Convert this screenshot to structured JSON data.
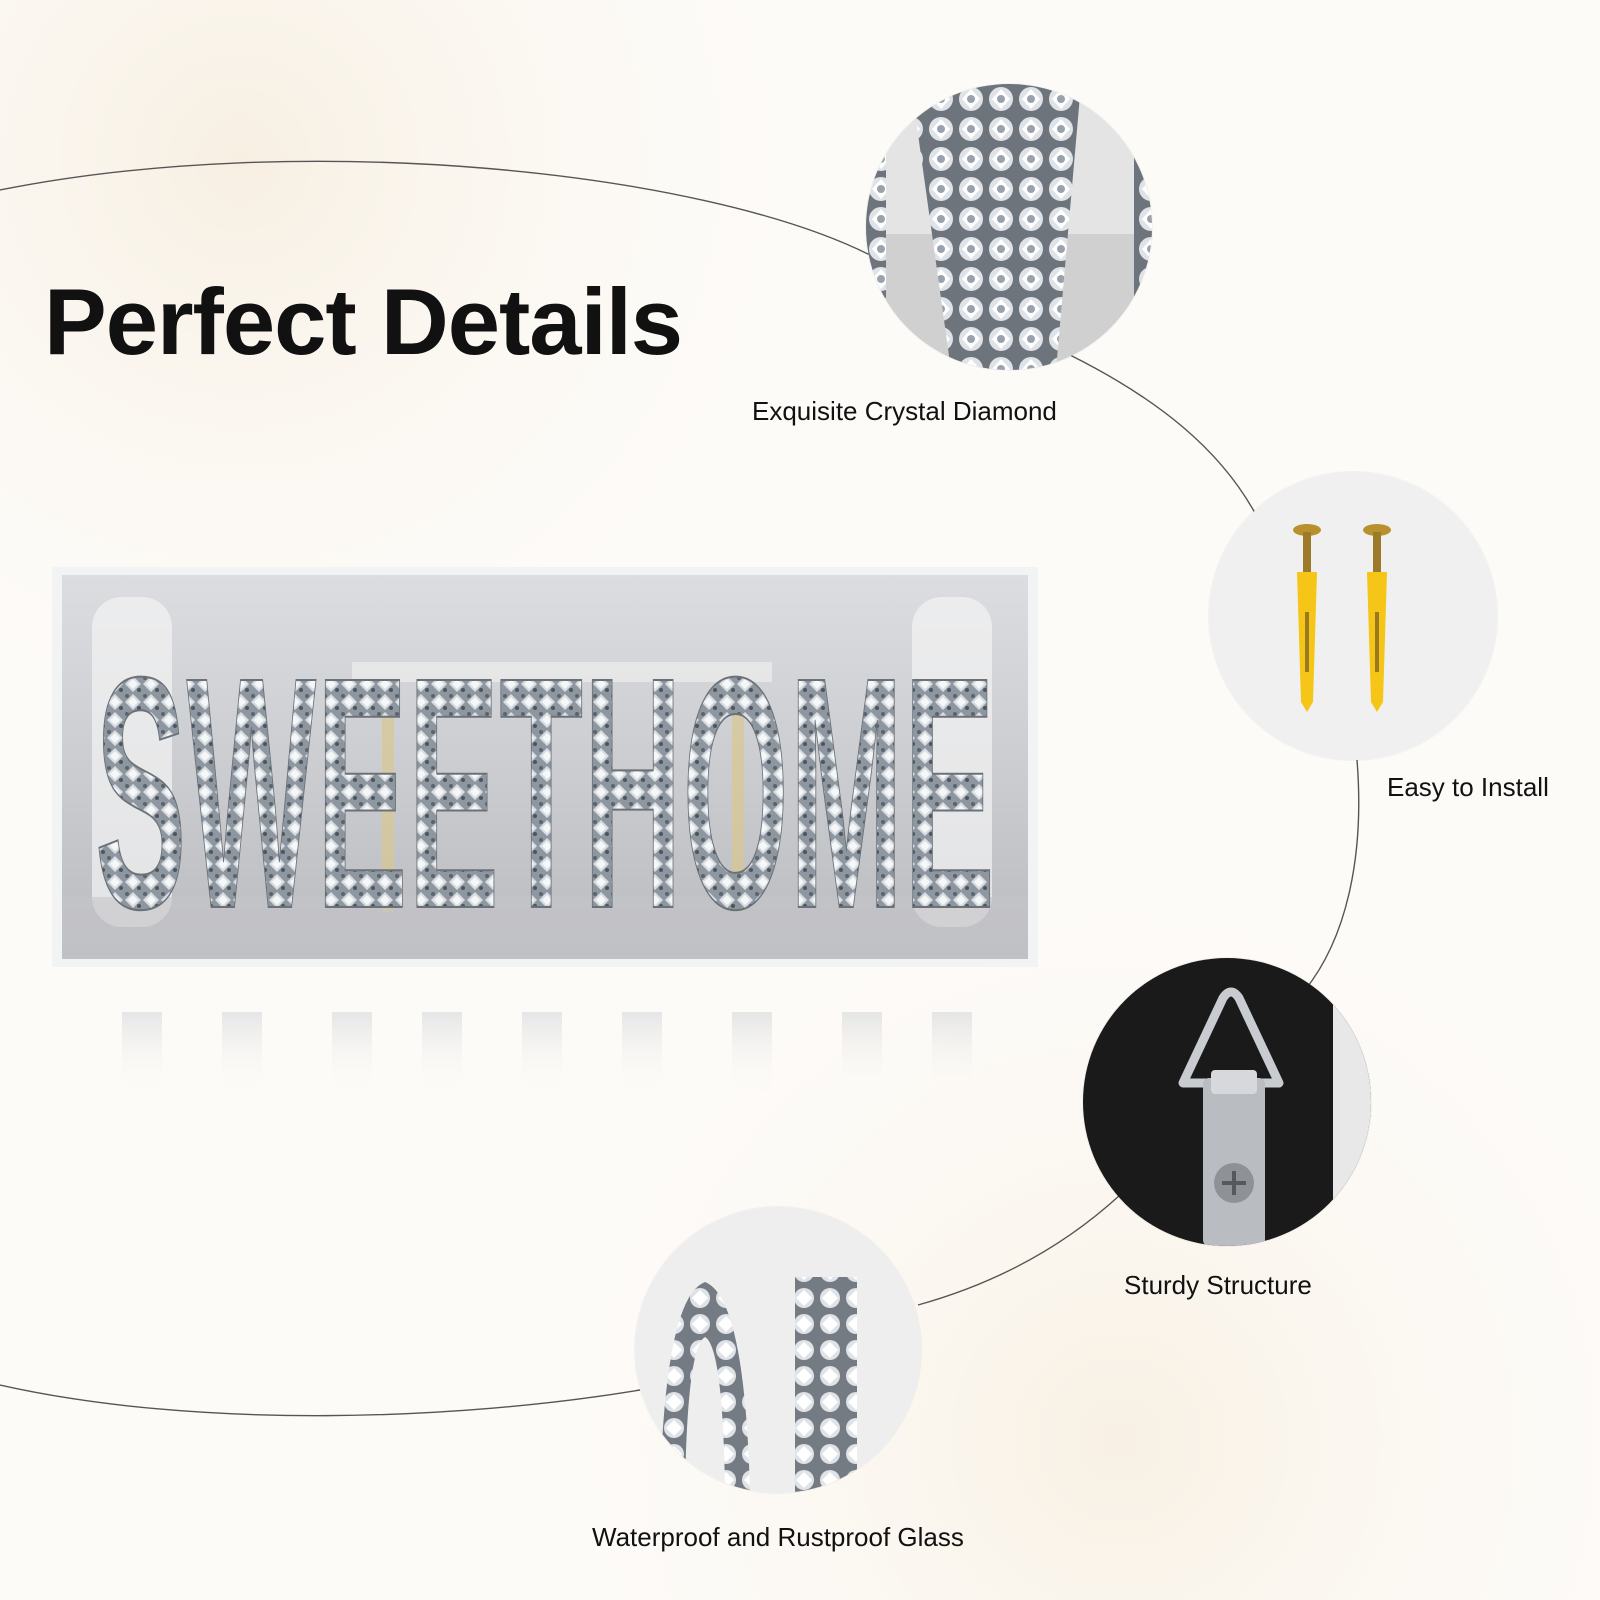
{
  "header": {
    "title": "Perfect Details"
  },
  "product": {
    "sign_text": "SWEETHOME"
  },
  "features": [
    {
      "label": "Exquisite Crystal Diamond",
      "icon": "crystal-closeup-icon"
    },
    {
      "label": "Easy to Install",
      "icon": "wall-anchor-screws-icon"
    },
    {
      "label": "Sturdy Structure",
      "icon": "d-ring-hanger-icon"
    },
    {
      "label": "Waterproof and Rustproof Glass",
      "icon": "glass-letter-closeup-icon"
    }
  ],
  "colors": {
    "text": "#111111",
    "background": "#fdfbf8",
    "anchor_yellow": "#f5c518",
    "crystal_silver": "#9aa3ad",
    "hanger_bg": "#1a1a1a"
  }
}
